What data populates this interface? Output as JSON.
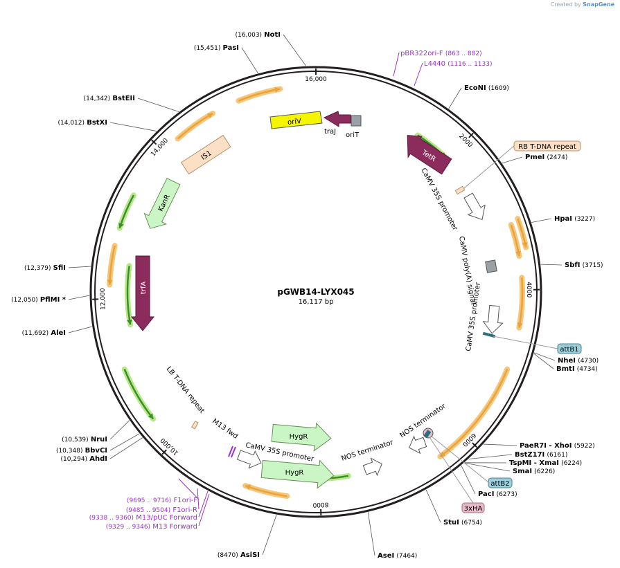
{
  "credit": {
    "prefix": "Created by",
    "brand": "SnapGene"
  },
  "plasmid": {
    "name": "pGWB14-LYX045",
    "size_label": "16,117 bp",
    "length": 16117
  },
  "ticks": [
    {
      "pos": 0,
      "label": "16,000",
      "ang": 0
    },
    {
      "pos": 2000,
      "label": "2000",
      "ang": 44.7
    },
    {
      "pos": 4000,
      "label": "4000",
      "ang": 89.4
    },
    {
      "pos": 6000,
      "label": "6000",
      "ang": 134.0
    },
    {
      "pos": 8000,
      "label": "8000",
      "ang": 178.7
    },
    {
      "pos": 10000,
      "label": "10,000",
      "ang": 223.4
    },
    {
      "pos": 12000,
      "label": "12,000",
      "ang": 268.1
    },
    {
      "pos": 14000,
      "label": "14,000",
      "ang": 312.8
    }
  ],
  "enzymes": [
    {
      "name": "NotI",
      "pos": "(16,003)",
      "side": "L",
      "ang": -2.5
    },
    {
      "name": "PasI",
      "pos": "(15,451)",
      "side": "L",
      "ang": -14.8
    },
    {
      "name": "BstEII",
      "pos": "(14,342)",
      "side": "L",
      "ang": -37.2
    },
    {
      "name": "BstXI",
      "pos": "(14,012)",
      "side": "L",
      "ang": -44.7
    },
    {
      "name": "SfiI",
      "pos": "(12,379)",
      "side": "L",
      "ang": -83.5
    },
    {
      "name": "PflMI *",
      "pos": "(12,050)",
      "side": "L",
      "ang": -90.9
    },
    {
      "name": "AleI",
      "pos": "(11,692)",
      "side": "L",
      "ang": -98.8
    },
    {
      "name": "NruI",
      "pos": "(10,539)",
      "side": "L",
      "ang": -124.6
    },
    {
      "name": "BbvCI",
      "pos": "(10,348)",
      "side": "L",
      "ang": -128.8
    },
    {
      "name": "AhdI",
      "pos": "(10,294)",
      "side": "L",
      "ang": -130.1
    },
    {
      "name": "AsiSI",
      "pos": "(8470)",
      "side": "L",
      "ang": -170.0
    },
    {
      "name": "EcoNI",
      "pos": "(1609)",
      "side": "R",
      "ang": 35.9
    },
    {
      "name": "PmeI",
      "pos": "(2474)",
      "side": "R",
      "ang": 55.3
    },
    {
      "name": "HpaI",
      "pos": "(3227)",
      "side": "R",
      "ang": 72.1
    },
    {
      "name": "SbfI",
      "pos": "(3715)",
      "side": "R",
      "ang": 83.0
    },
    {
      "name": "NheI",
      "pos": "(4730)",
      "side": "R",
      "ang": 105.6
    },
    {
      "name": "BmtI",
      "pos": "(4734)",
      "side": "R",
      "ang": 105.8
    },
    {
      "name": "PaeR7I - XhoI",
      "pos": "(5922)",
      "side": "R",
      "ang": 132.3
    },
    {
      "name": "BstZ17I",
      "pos": "(6161)",
      "side": "R",
      "ang": 137.6
    },
    {
      "name": "TspMI - XmaI",
      "pos": "(6224)",
      "side": "R",
      "ang": 139.0
    },
    {
      "name": "SmaI",
      "pos": "(6226)",
      "side": "R",
      "ang": 139.1
    },
    {
      "name": "PacI",
      "pos": "(6273)",
      "side": "R",
      "ang": 140.1
    },
    {
      "name": "StuI",
      "pos": "(6754)",
      "side": "R",
      "ang": 150.9
    },
    {
      "name": "AseI",
      "pos": "(7464)",
      "side": "R",
      "ang": 166.7
    }
  ],
  "primers": [
    {
      "name": "pBR322ori-F",
      "pos": "(863 .. 882)",
      "side": "R"
    },
    {
      "name": "L4440",
      "pos": "(1116 .. 1133)",
      "side": "R"
    },
    {
      "name": "F1ori-F",
      "pos": "(9695 .. 9716)",
      "side": "L"
    },
    {
      "name": "F1ori-R",
      "pos": "(9485 .. 9504)",
      "side": "L"
    },
    {
      "name": "M13/pUC Forward",
      "pos": "(9338 .. 9360)",
      "side": "L"
    },
    {
      "name": "M13 Forward",
      "pos": "(9329 .. 9346)",
      "side": "L"
    }
  ],
  "features": {
    "oriV": "oriV",
    "traJ": "traJ",
    "oriT": "oriT",
    "TetR": "TetR",
    "IS1": "IS1",
    "KanR": "KanR",
    "trfA": "trfA",
    "HygR1": "HygR",
    "HygR2": "HygR",
    "rb_repeat": "RB T-DNA repeat",
    "camv_promoter_1": "CaMV 35S promoter",
    "camv_polya": "CaMV poly(A) signal",
    "camv_promoter_2": "CaMV 35S promoter",
    "lb_repeat": "LB T-DNA repeat",
    "m13_fwd": "M13 fwd",
    "camv_promoter_3": "CaMV 35S promoter",
    "nos_term_1": "NOS terminator",
    "nos_term_2": "NOS terminator",
    "attB1": "attB1",
    "attB2": "attB2",
    "ha": "3xHA"
  },
  "colors": {
    "backbone": "#231f20",
    "orf_arrow": "#e8a33a",
    "orf_glow": "#f6c77a",
    "green_arrow": "#3a8f2b",
    "green_glow": "#b8e88a",
    "purple_feature": "#8c2c5c",
    "yellow_feature": "#f5f500",
    "peach_feature": "#fbe0c6",
    "light_green": "#c9f6c4",
    "primer": "#9b31c9",
    "teal_tag": "#9ed0dc",
    "pink_tag": "#e7b9c9"
  }
}
